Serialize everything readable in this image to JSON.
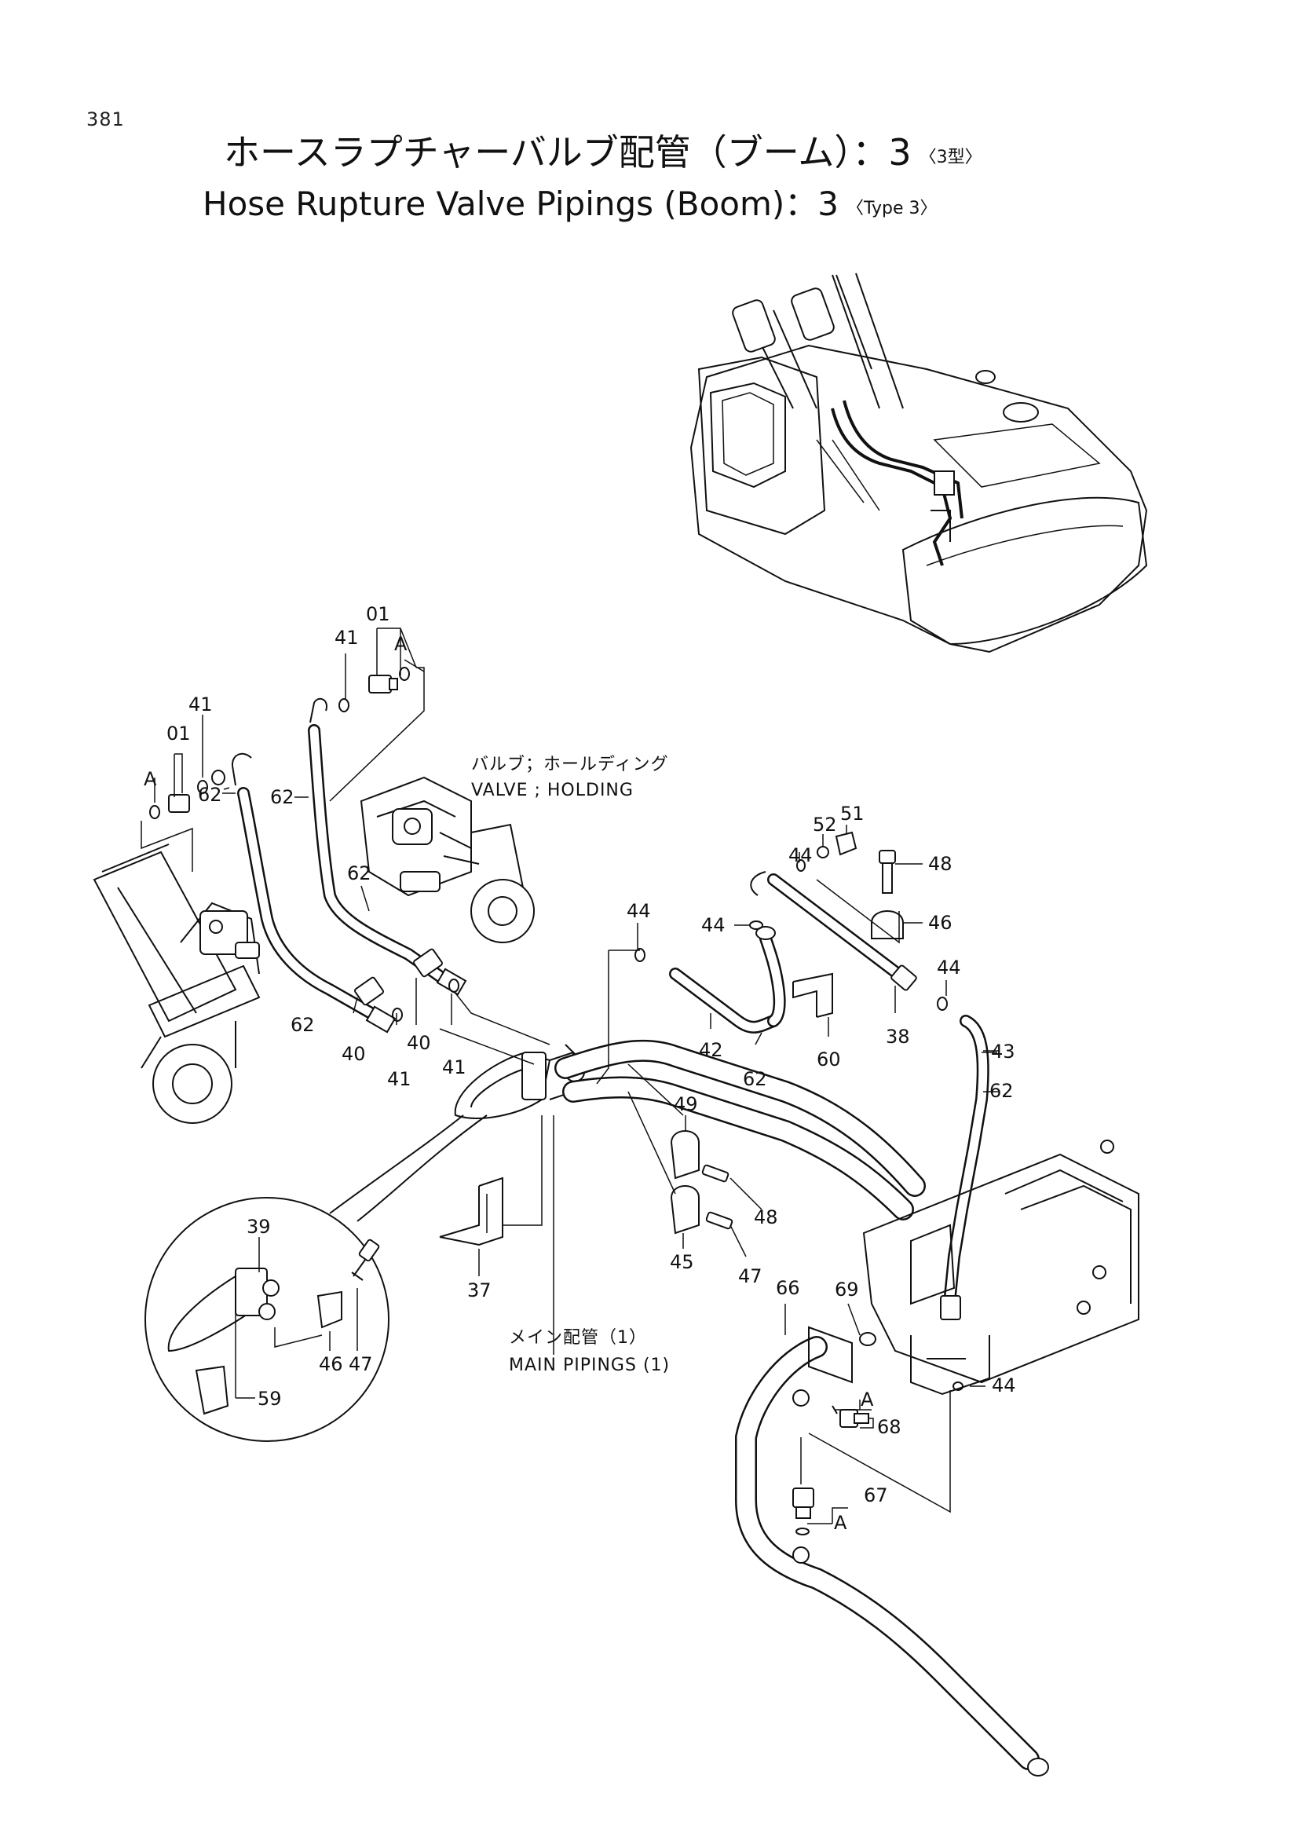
{
  "page_number": "381",
  "title": {
    "jp": "ホースラプチャーバルブ配管（ブーム）：3",
    "jp_type": "〈3型〉",
    "en": "Hose Rupture Valve Pipings (Boom)：3",
    "en_type": "〈Type 3〉"
  },
  "notes": {
    "valve_jp": "バルブ；ホールディング",
    "valve_en": "VALVE ; HOLDING",
    "main_jp": "メイン配管（1）",
    "main_en": "MAIN PIPINGS (1)"
  },
  "callouts": {
    "c01_top": "01",
    "c41_top": "41",
    "cA_top": "A",
    "c41_left": "41",
    "c01_left": "01",
    "cA_left": "A",
    "c62_a": "62",
    "c62_b": "62",
    "c62_c": "62",
    "c62_d": "62",
    "c62_e": "62",
    "c62_f": "62",
    "c40_a": "40",
    "c40_b": "40",
    "c41_b": "41",
    "c41_c": "41",
    "c44_a": "44",
    "c44_b": "44",
    "c44_c": "44",
    "c44_d": "44",
    "c44_e": "44",
    "c52": "52",
    "c51": "51",
    "c48_a": "48",
    "c46_a": "46",
    "c42": "42",
    "c60": "60",
    "c38": "38",
    "c43": "43",
    "c49": "49",
    "c48_b": "48",
    "c45": "45",
    "c47_a": "47",
    "c37": "37",
    "c39": "39",
    "c46_b": "46",
    "c47_b": "47",
    "c59": "59",
    "c66": "66",
    "c69": "69",
    "c68": "68",
    "cA_68": "A",
    "c67": "67",
    "cA_67": "A"
  }
}
